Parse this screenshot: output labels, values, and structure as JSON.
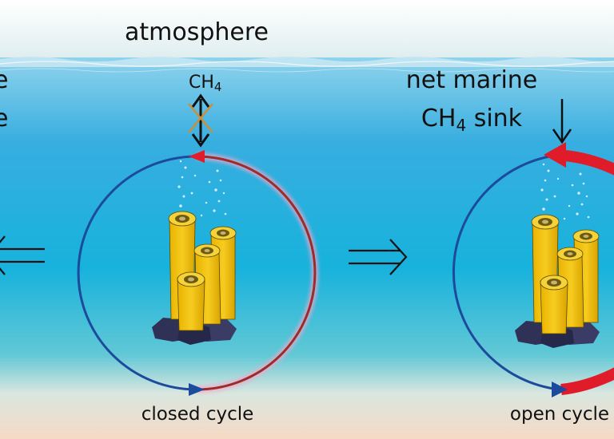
{
  "labels": {
    "atmosphere": "atmosphere",
    "ch4": "CH",
    "ch4_sub": "4",
    "net_marine": "net marine",
    "sink_ch": "CH",
    "sink_sub": "4",
    "sink_word": " sink",
    "closed_cycle": "closed cycle",
    "open_cycle": "open cycle",
    "left_edge_top": "e",
    "left_edge_bottom": "e"
  },
  "colors": {
    "sky": "#e6f1f3",
    "water_top": "#3aa6dc",
    "water_mid": "#19b3dc",
    "water_bottom": "#f7dcc8",
    "cycle_blue": "#1c4a9c",
    "cycle_red": "#e01b2a",
    "cycle_darkred": "#9c2b2b",
    "glow_pink": "#f2a7c8",
    "sponge": "#f2c314",
    "sponge_shadow": "#c99a00",
    "rock": "#2f3156",
    "cross": "#c98f3a"
  },
  "icons": {
    "exchange": "double-headed-arrow-crossed-icon",
    "sink": "down-arrow-icon",
    "implies_right": "implies-arrow-icon",
    "implies_left": "implies-arrow-left-icon"
  }
}
